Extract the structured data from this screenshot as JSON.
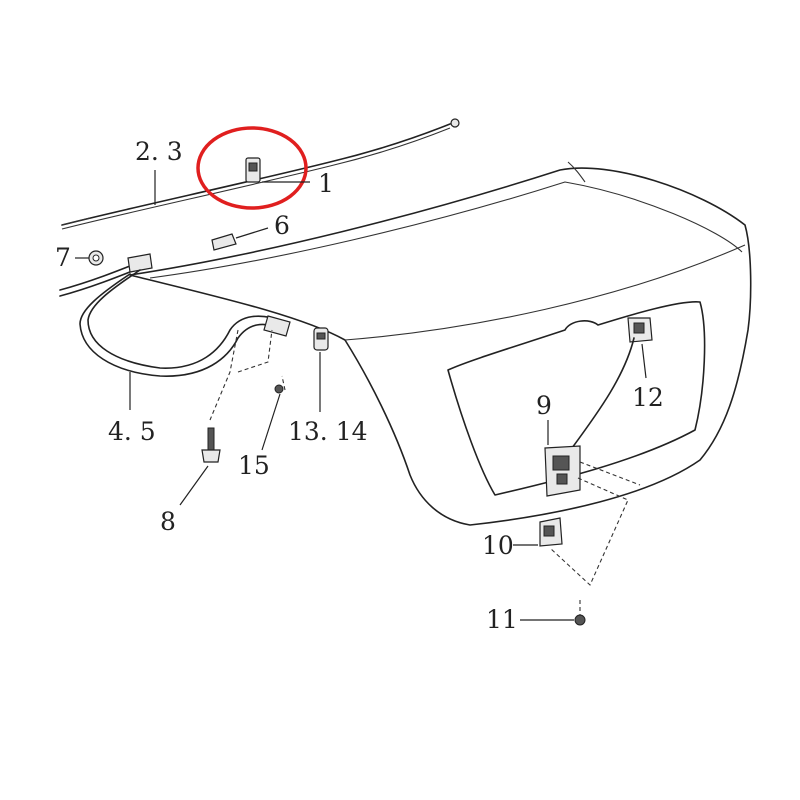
{
  "callouts": {
    "c1": "1",
    "c2_3": "2. 3",
    "c4_5": "4. 5",
    "c6": "6",
    "c7": "7",
    "c8": "8",
    "c9": "9",
    "c10": "10",
    "c11": "11",
    "c12": "12",
    "c13_14": "13. 14",
    "c15": "15"
  },
  "highlight": {
    "target": "1",
    "color": "#e01f1f"
  }
}
